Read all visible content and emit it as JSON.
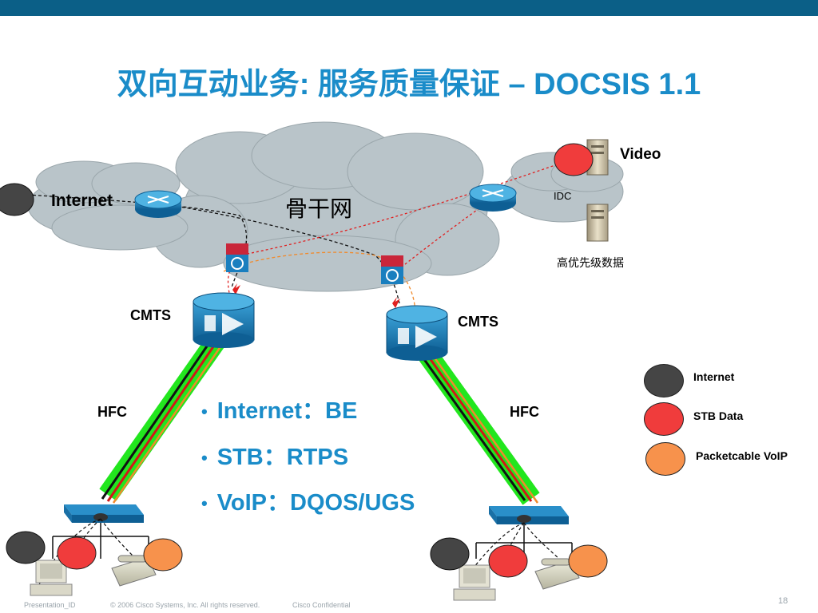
{
  "slide": {
    "title": "双向互动业务: 服务质量保证 – DOCSIS 1.1",
    "page_number": "18"
  },
  "labels": {
    "backbone": "骨干网",
    "internet_cloud": "Internet",
    "video": "Video",
    "idc": "IDC",
    "high_priority": "高优先级数据",
    "cmts_left": "CMTS",
    "cmts_right": "CMTS",
    "hfc_left": "HFC",
    "hfc_right": "HFC"
  },
  "bullets": [
    "Internet：BE",
    "STB：RTPS",
    "VoIP：DQOS/UGS"
  ],
  "legend": [
    {
      "label": "Internet",
      "color": "#454545"
    },
    {
      "label": "STB Data",
      "color": "#f03c3c"
    },
    {
      "label": "Packetcable VoIP",
      "color": "#f7924c"
    }
  ],
  "footer": {
    "presentation_id": "Presentation_ID",
    "copyright": "© 2006 Cisco Systems, Inc. All rights reserved.",
    "confidential": "Cisco Confidential"
  },
  "colors": {
    "title": "#1a8cc9",
    "topbar": "#0b5f87",
    "cloud": "#b9c4c9",
    "hfc_green": "#22e61e",
    "internet_dark": "#454545",
    "stb_red": "#f03c3c",
    "voip_orange": "#f7924c"
  }
}
